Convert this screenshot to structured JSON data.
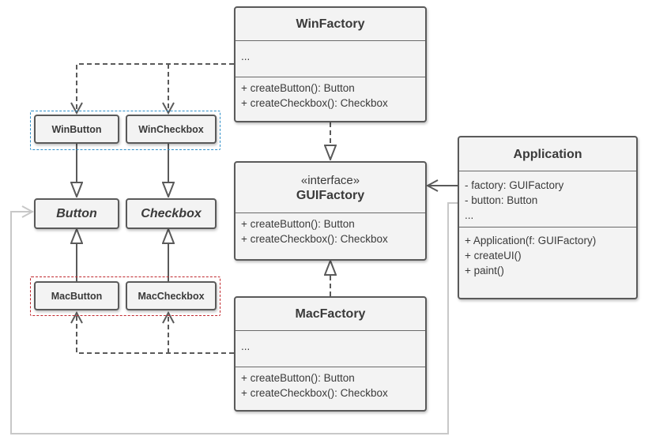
{
  "classes": {
    "win_factory": {
      "name": "WinFactory",
      "fields": [
        "..."
      ],
      "methods": [
        "+ createButton(): Button",
        "+ createCheckbox(): Checkbox"
      ]
    },
    "gui_factory": {
      "stereotype": "«interface»",
      "name": "GUIFactory",
      "methods": [
        "+ createButton(): Button",
        "+ createCheckbox(): Checkbox"
      ]
    },
    "mac_factory": {
      "name": "MacFactory",
      "fields": [
        "..."
      ],
      "methods": [
        "+ createButton(): Button",
        "+ createCheckbox(): Checkbox"
      ]
    },
    "application": {
      "name": "Application",
      "fields": [
        "- factory: GUIFactory",
        "- button: Button",
        "..."
      ],
      "methods": [
        "+ Application(f: GUIFactory)",
        "+ createUI()",
        "+ paint()"
      ]
    }
  },
  "products": {
    "win_button": "WinButton",
    "win_checkbox": "WinCheckbox",
    "button": "Button",
    "checkbox": "Checkbox",
    "mac_button": "MacButton",
    "mac_checkbox": "MacCheckbox"
  },
  "colors": {
    "win_group": "#2f8fc9",
    "mac_group": "#c0272d",
    "dependency_line": "#c8c8c8",
    "box_border": "#5a5a5a",
    "box_fill": "#f3f3f3"
  }
}
